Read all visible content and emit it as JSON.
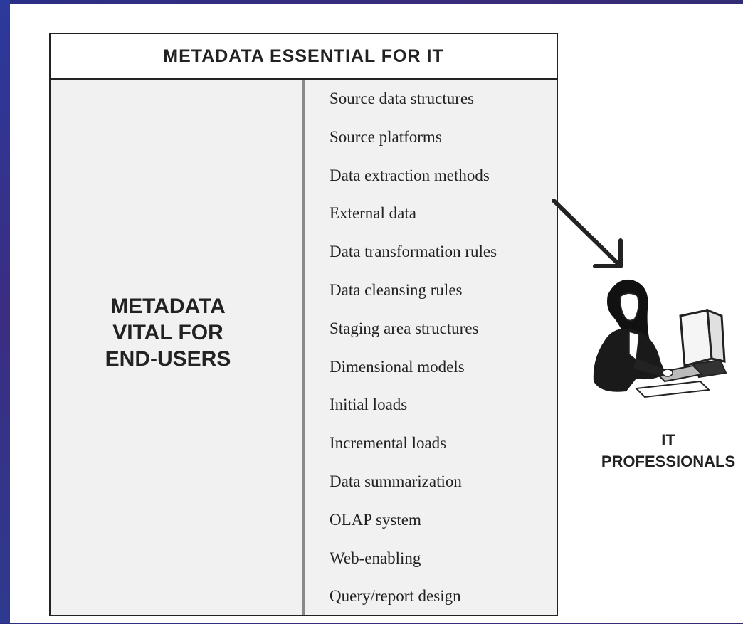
{
  "diagram": {
    "header_title": "METADATA ESSENTIAL FOR IT",
    "end_users_label": "METADATA\nVITAL FOR\nEND-USERS",
    "it_items": [
      "Source data structures",
      "Source platforms",
      "Data extraction methods",
      "External data",
      "Data transformation rules",
      "Data cleansing rules",
      "Staging area structures",
      "Dimensional models",
      "Initial loads",
      "Incremental loads",
      "Data summarization",
      "OLAP system",
      "Web-enabling",
      "Query/report design"
    ],
    "it_professionals_label": "IT\nPROFESSIONALS",
    "icons": {
      "arrow": "arrow-down-right-icon",
      "person": "person-at-computer-icon"
    }
  }
}
